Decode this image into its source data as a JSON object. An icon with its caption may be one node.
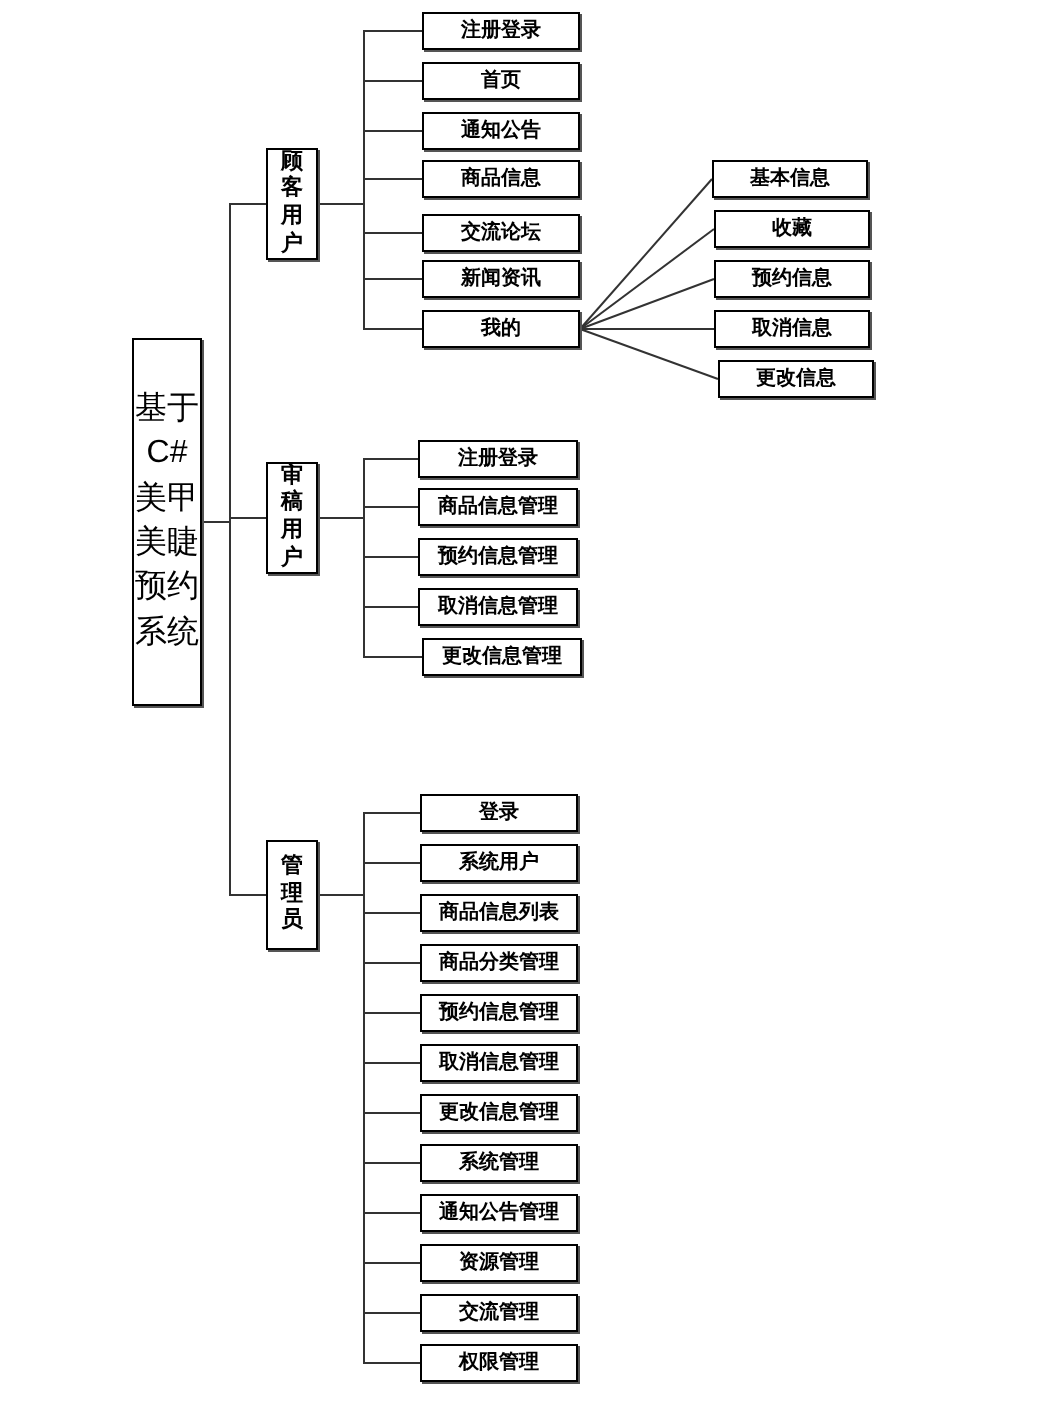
{
  "diagram": {
    "nodes": [
      {
        "text": [
          "基于C#美甲美睫预约系统"
        ]
      },
      {
        "text": [
          "顾客用户"
        ]
      },
      {
        "text": [
          "注册登录"
        ]
      },
      {
        "text": [
          "首页"
        ]
      },
      {
        "text": [
          "通知公告"
        ]
      },
      {
        "text": [
          "商品信息"
        ]
      },
      {
        "text": [
          "交流论坛"
        ]
      },
      {
        "text": [
          "新闻资讯"
        ]
      },
      {
        "text": [
          "我的"
        ]
      },
      {
        "text": [
          "基本信息"
        ]
      },
      {
        "text": [
          "收藏"
        ]
      },
      {
        "text": [
          "预约信息"
        ]
      },
      {
        "text": [
          "取消信息"
        ]
      },
      {
        "text": [
          "更改信息"
        ]
      },
      {
        "text": [
          "审稿用户"
        ]
      },
      {
        "text": [
          "注册登录"
        ]
      },
      {
        "text": [
          "商品信息管理"
        ]
      },
      {
        "text": [
          "预约信息管理"
        ]
      },
      {
        "text": [
          "取消信息管理"
        ]
      },
      {
        "text": [
          "更改信息管理"
        ]
      },
      {
        "text": [
          "管理员"
        ]
      },
      {
        "text": [
          "登录"
        ]
      },
      {
        "text": [
          "系统用户"
        ]
      },
      {
        "text": [
          "商品信息列表"
        ]
      },
      {
        "text": [
          "商品分类管理"
        ]
      },
      {
        "text": [
          "预约信息管理"
        ]
      },
      {
        "text": [
          "取消信息管理"
        ]
      },
      {
        "text": [
          "更改信息管理"
        ]
      },
      {
        "text": [
          "系统管理"
        ]
      },
      {
        "text": [
          "通知公告管理"
        ]
      },
      {
        "text": [
          "资源管理"
        ]
      },
      {
        "text": [
          "交流管理"
        ]
      },
      {
        "text": [
          "权限管理"
        ]
      }
    ],
    "edges": [
      {
        "from": 0,
        "to": 1,
        "arrow": "none"
      },
      {
        "from": 0,
        "to": 14,
        "arrow": "none"
      },
      {
        "from": 0,
        "to": 20,
        "arrow": "none"
      },
      {
        "from": 1,
        "to": 2,
        "arrow": "none"
      },
      {
        "from": 1,
        "to": 3,
        "arrow": "none"
      },
      {
        "from": 1,
        "to": 4,
        "arrow": "none"
      },
      {
        "from": 1,
        "to": 5,
        "arrow": "none"
      },
      {
        "from": 1,
        "to": 6,
        "arrow": "none"
      },
      {
        "from": 1,
        "to": 7,
        "arrow": "none"
      },
      {
        "from": 1,
        "to": 8,
        "arrow": "none"
      },
      {
        "from": 8,
        "to": 9,
        "arrow": "none"
      },
      {
        "from": 8,
        "to": 10,
        "arrow": "none"
      },
      {
        "from": 8,
        "to": 11,
        "arrow": "none"
      },
      {
        "from": 8,
        "to": 12,
        "arrow": "none"
      },
      {
        "from": 8,
        "to": 13,
        "arrow": "none"
      },
      {
        "from": 14,
        "to": 15,
        "arrow": "none"
      },
      {
        "from": 14,
        "to": 16,
        "arrow": "none"
      },
      {
        "from": 14,
        "to": 17,
        "arrow": "none"
      },
      {
        "from": 14,
        "to": 18,
        "arrow": "none"
      },
      {
        "from": 14,
        "to": 19,
        "arrow": "none"
      },
      {
        "from": 20,
        "to": 21,
        "arrow": "none"
      },
      {
        "from": 20,
        "to": 22,
        "arrow": "none"
      },
      {
        "from": 20,
        "to": 23,
        "arrow": "none"
      },
      {
        "from": 20,
        "to": 24,
        "arrow": "none"
      },
      {
        "from": 20,
        "to": 25,
        "arrow": "none"
      },
      {
        "from": 20,
        "to": 26,
        "arrow": "none"
      },
      {
        "from": 20,
        "to": 27,
        "arrow": "none"
      },
      {
        "from": 20,
        "to": 28,
        "arrow": "none"
      },
      {
        "from": 20,
        "to": 29,
        "arrow": "none"
      },
      {
        "from": 20,
        "to": 30,
        "arrow": "none"
      },
      {
        "from": 20,
        "to": 31,
        "arrow": "none"
      },
      {
        "from": 20,
        "to": 32,
        "arrow": "none"
      }
    ]
  }
}
